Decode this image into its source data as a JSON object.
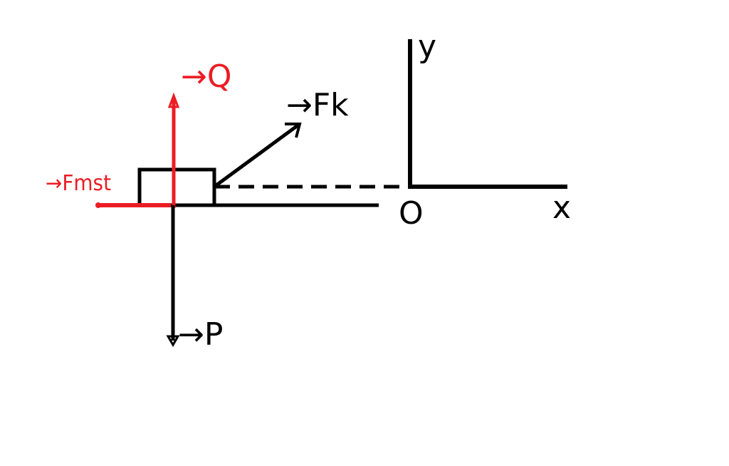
{
  "colors": {
    "force_red": "#ec1c24",
    "ink_black": "#000000",
    "background": "#ffffff"
  },
  "labels": {
    "q_force": "→Q",
    "friction_force": "→Fmst",
    "pulling_force": "→Fk",
    "weight_force": "→P",
    "axis_y": "y",
    "axis_x": "x",
    "origin": "O"
  }
}
